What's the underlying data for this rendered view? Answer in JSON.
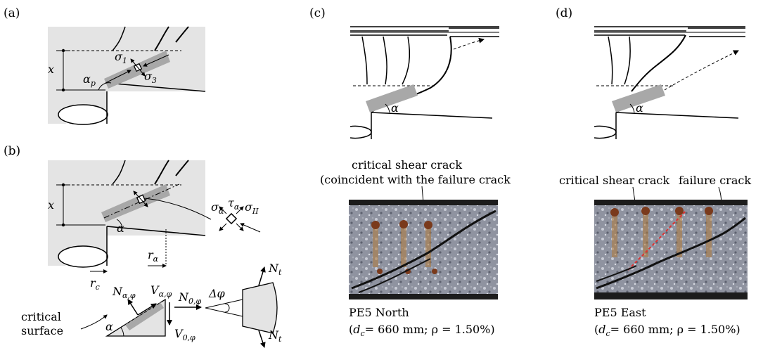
{
  "panels": {
    "a": {
      "label": "(a)",
      "x": "x",
      "alpha": "α",
      "alpha_sub": "p",
      "sigma": "σ",
      "s1": "1",
      "s3": "3"
    },
    "b": {
      "label": "(b)",
      "x": "x",
      "alpha": "α",
      "r": "r",
      "r_alpha_sub": "α",
      "r_c_sub": "c",
      "sigma": "σ",
      "sigma_alpha_sub": "α",
      "tau": "τ",
      "tau_sub": "α",
      "sigma_II_sub": "II",
      "N": "N",
      "V": "V",
      "N_alpha_phi_sub": "α,φ",
      "V_alpha_phi_sub": "α,φ",
      "N_0phi_sub": "0,φ",
      "V_0phi_sub": "0,φ",
      "delta_phi": "Δφ",
      "N_t_sub": "t",
      "critical": "critical",
      "surface": "surface"
    },
    "c": {
      "label": "(c)",
      "alpha": "α",
      "annotation_line1": "critical shear crack",
      "annotation_line2": "(coincident with the failure crack",
      "caption_line1": "PE5 North",
      "caption_d": "d",
      "caption_d_sub": "c",
      "caption_rest": "= 660 mm; ρ = 1.50%)"
    },
    "d": {
      "label": "(d)",
      "alpha": "α",
      "annotation_left": "critical shear crack",
      "annotation_right": "failure crack",
      "caption_line1": "PE5 East",
      "caption_d": "d",
      "caption_d_sub": "c",
      "caption_rest": "= 660 mm; ρ = 1.50%)"
    }
  },
  "colors": {
    "shaded": "#e4e4e4",
    "band": "#a8a8a8",
    "failure_crack_marking": "#e03030"
  }
}
